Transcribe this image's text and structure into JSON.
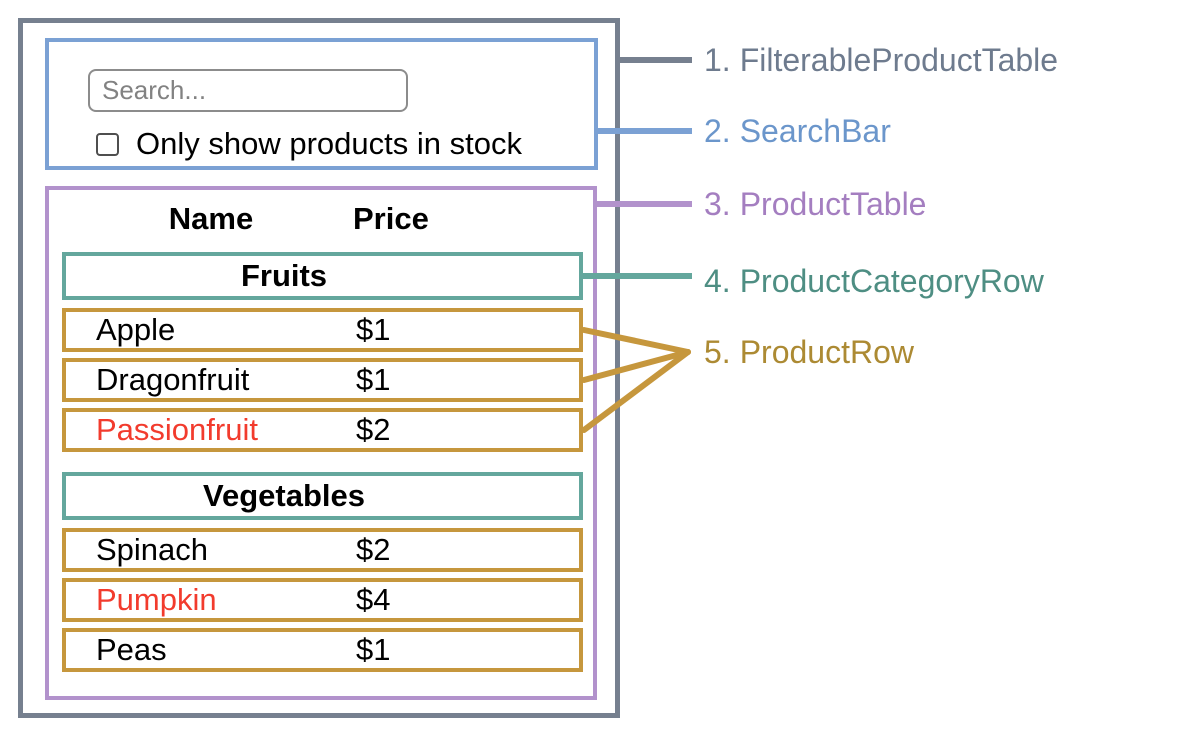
{
  "search": {
    "placeholder": "Search...",
    "checkbox_label": "Only show products in stock"
  },
  "table": {
    "name_header": "Name",
    "price_header": "Price",
    "sections": [
      {
        "category": "Fruits",
        "rows": [
          {
            "name": "Apple",
            "price": "$1",
            "out_of_stock": false
          },
          {
            "name": "Dragonfruit",
            "price": "$1",
            "out_of_stock": false
          },
          {
            "name": "Passionfruit",
            "price": "$2",
            "out_of_stock": true
          }
        ]
      },
      {
        "category": "Vegetables",
        "rows": [
          {
            "name": "Spinach",
            "price": "$2",
            "out_of_stock": false
          },
          {
            "name": "Pumpkin",
            "price": "$4",
            "out_of_stock": true
          },
          {
            "name": "Peas",
            "price": "$1",
            "out_of_stock": false
          }
        ]
      }
    ]
  },
  "legend": [
    {
      "number": "1.",
      "name": "FilterableProductTable",
      "color": "#6E7B8E"
    },
    {
      "number": "2.",
      "name": "SearchBar",
      "color": "#6B96CB"
    },
    {
      "number": "3.",
      "name": "ProductTable",
      "color": "#A47EC0"
    },
    {
      "number": "4.",
      "name": "ProductCategoryRow",
      "color": "#4E8E83"
    },
    {
      "number": "5.",
      "name": "ProductRow",
      "color": "#AC8A33"
    }
  ],
  "colors": {
    "filterable_product_table_border": "#76808F",
    "search_bar_border": "#7BA1D4",
    "product_table_border": "#B292CC",
    "product_category_row_border": "#64A79D",
    "product_row_border": "#C6973D",
    "out_of_stock_text": "#F23B2D"
  }
}
